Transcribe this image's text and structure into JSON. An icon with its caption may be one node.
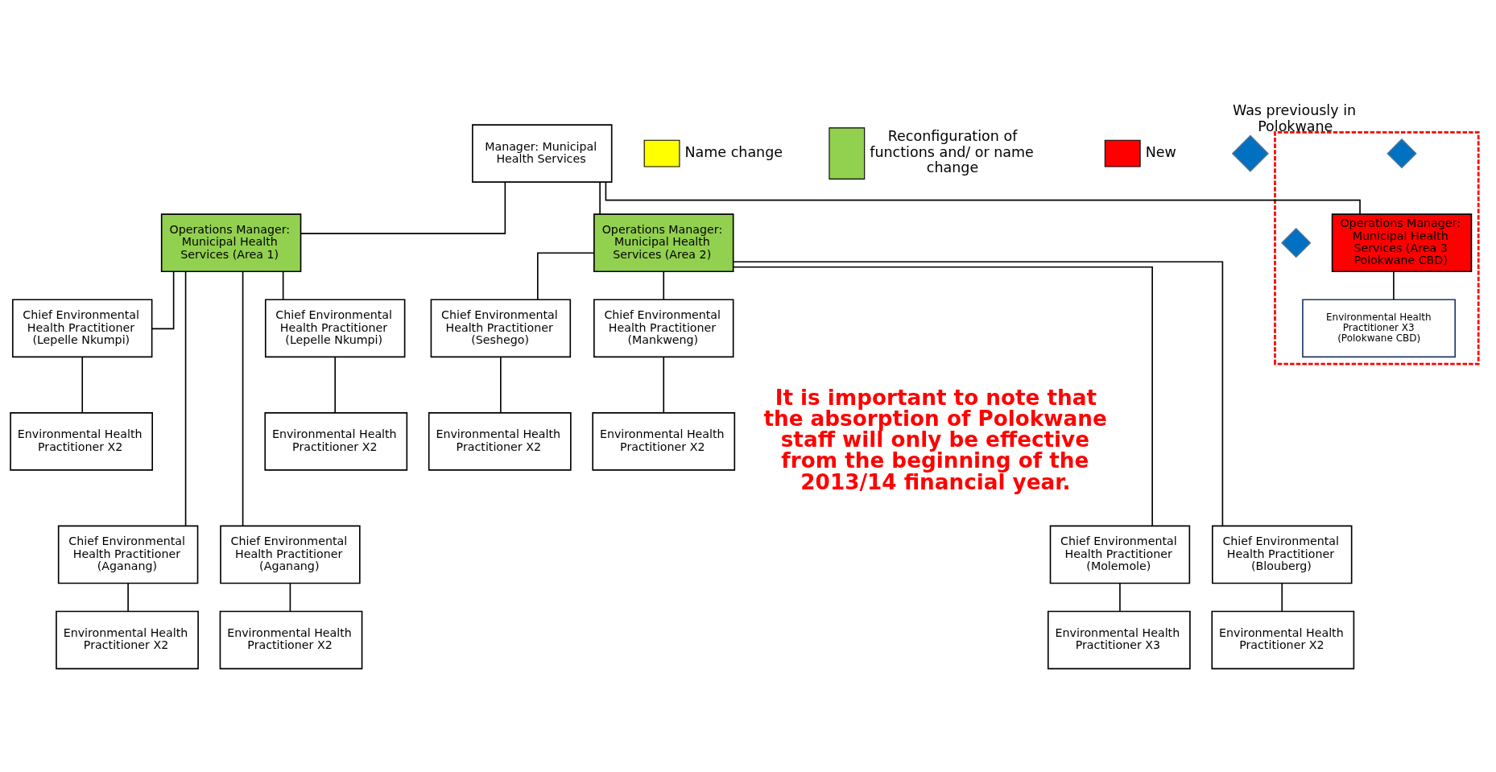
{
  "diagram": {
    "nodes": [
      {
        "text": [
          "Manager: Municipal Health Services"
        ]
      },
      {
        "text": [
          "Operations Manager: Municipal Health Services (Area 1)"
        ]
      },
      {
        "text": [
          "Operations Manager: Municipal Health Services (Area 2)"
        ]
      },
      {
        "text": [],
        "shape": "box"
      },
      {
        "text": [],
        "shape": "diamond",
        "in": 3
      },
      {
        "text": [
          "Operations Manager: Municipal Health Services (Area 3 Polokwane CBD)"
        ],
        "in": 3
      },
      {
        "text": [],
        "shape": "diamond",
        "in": 3
      },
      {
        "text": [
          "Environmental Health Practitioner X3 (Polokwane CBD)"
        ],
        "in": 3
      },
      {
        "text": [
          "Chief Environmental Health Practitioner (Lepelle Nkumpi)"
        ]
      },
      {
        "text": [
          "Chief Environmental Health Practitioner (Lepelle Nkumpi)"
        ]
      },
      {
        "text": [
          "Chief Environmental Health Practitioner (Seshego)"
        ]
      },
      {
        "text": [
          "Chief Environmental Health Practitioner (Mankweng)"
        ]
      },
      {
        "text": [
          "Environmental Health Practitioner X2"
        ]
      },
      {
        "text": [
          "Environmental Health Practitioner X2"
        ]
      },
      {
        "text": [
          "Environmental Health Practitioner X2"
        ]
      },
      {
        "text": [
          "Environmental Health Practitioner X2"
        ]
      },
      {
        "text": [
          "Chief Environmental Health Practitioner (Aganang)"
        ]
      },
      {
        "text": [
          "Chief Environmental Health Practitioner (Aganang)"
        ]
      },
      {
        "text": [
          "Chief Environmental Health Practitioner (Molemole)"
        ]
      },
      {
        "text": [
          "Chief Environmental Health Practitioner (Blouberg)"
        ]
      },
      {
        "text": [
          "Environmental Health Practitioner X2"
        ]
      },
      {
        "text": [
          "Environmental Health Practitioner X2"
        ]
      },
      {
        "text": [
          "Environmental Health Practitioner X3"
        ]
      },
      {
        "text": [
          "Environmental Health Practitioner X2"
        ]
      }
    ],
    "edges": [
      {
        "from": 0,
        "to": 1,
        "arrow": "none"
      },
      {
        "from": 0,
        "to": 2,
        "arrow": "none"
      },
      {
        "from": 0,
        "to": 5,
        "arrow": "none"
      },
      {
        "from": 1,
        "to": 8,
        "arrow": "none"
      },
      {
        "from": 1,
        "to": 9,
        "arrow": "none"
      },
      {
        "from": 1,
        "to": 16,
        "arrow": "none"
      },
      {
        "from": 1,
        "to": 17,
        "arrow": "none"
      },
      {
        "from": 2,
        "to": 10,
        "arrow": "none"
      },
      {
        "from": 2,
        "to": 11,
        "arrow": "none"
      },
      {
        "from": 2,
        "to": 18,
        "arrow": "none"
      },
      {
        "from": 2,
        "to": 19,
        "arrow": "none"
      },
      {
        "from": 5,
        "to": 7,
        "arrow": "none"
      },
      {
        "from": 8,
        "to": 12,
        "arrow": "none"
      },
      {
        "from": 9,
        "to": 13,
        "arrow": "none"
      },
      {
        "from": 10,
        "to": 14,
        "arrow": "none"
      },
      {
        "from": 11,
        "to": 15,
        "arrow": "none"
      },
      {
        "from": 16,
        "to": 20,
        "arrow": "none"
      },
      {
        "from": 17,
        "to": 21,
        "arrow": "none"
      },
      {
        "from": 18,
        "to": 22,
        "arrow": "none"
      },
      {
        "from": 19,
        "to": 23,
        "arrow": "none"
      }
    ],
    "labels": [
      "It is important to note that the absorption of Polokwane staff will only be effective from the beginning of the 2013/14 financial year."
    ],
    "legend": [
      {
        "text": "Name change",
        "color": "#ffff00"
      },
      {
        "text": "Reconfiguration of functions and/ or name change",
        "color": "#92d050"
      },
      {
        "text": "New",
        "color": "#ff0000"
      },
      {
        "text": "Was previously in Polokwane"
      }
    ]
  }
}
